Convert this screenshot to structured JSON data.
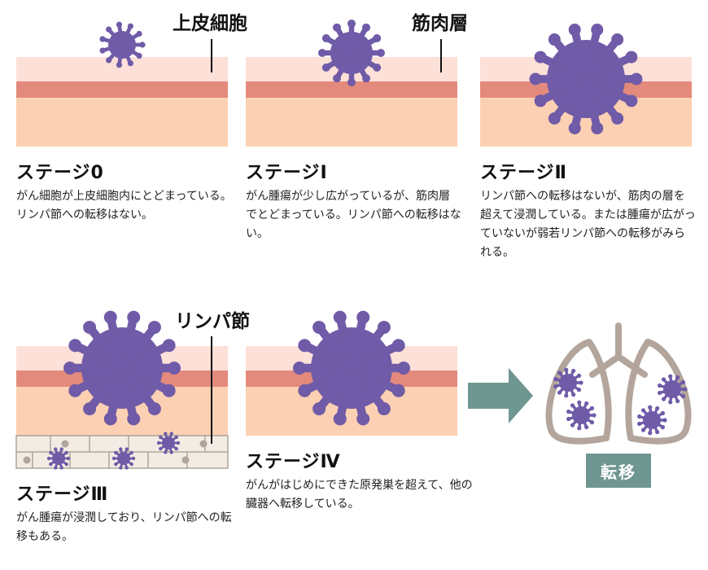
{
  "labels": {
    "epithelium": "上皮細胞",
    "muscle_layer": "筋肉層",
    "lymph_node": "リンパ節"
  },
  "stages": [
    {
      "title": "ステージ0",
      "description": "がん細胞が上皮細胞内にとどまっている。リンパ節への転移はない。"
    },
    {
      "title": "ステージⅠ",
      "description": "がん腫瘍が少し広がっているが、筋肉層でとどまっている。リンパ節への転移はない。"
    },
    {
      "title": "ステージⅡ",
      "description": "リンパ節への転移はないが、筋肉の層を超えて浸潤している。または腫瘍が広がっていないが弱若リンパ節への転移がみられる。"
    },
    {
      "title": "ステージⅢ",
      "description": "がん腫瘍が浸潤しており、リンパ節への転移もある。"
    },
    {
      "title": "ステージⅣ",
      "description": "がんがはじめにできた原発巣を超えて、他の臓器へ転移している。"
    }
  ],
  "metastasis_label": "転移",
  "colors": {
    "epithelium": "#fde0d8",
    "muscle": "#e38a7d",
    "tissue": "#fcd0b3",
    "cancer_cell": "#6f5ba7",
    "lymph_wall": "#f3ece4",
    "lymph_dot": "#b0a59c",
    "arrow": "#6f9690",
    "lung_outline": "#b3a59b"
  }
}
